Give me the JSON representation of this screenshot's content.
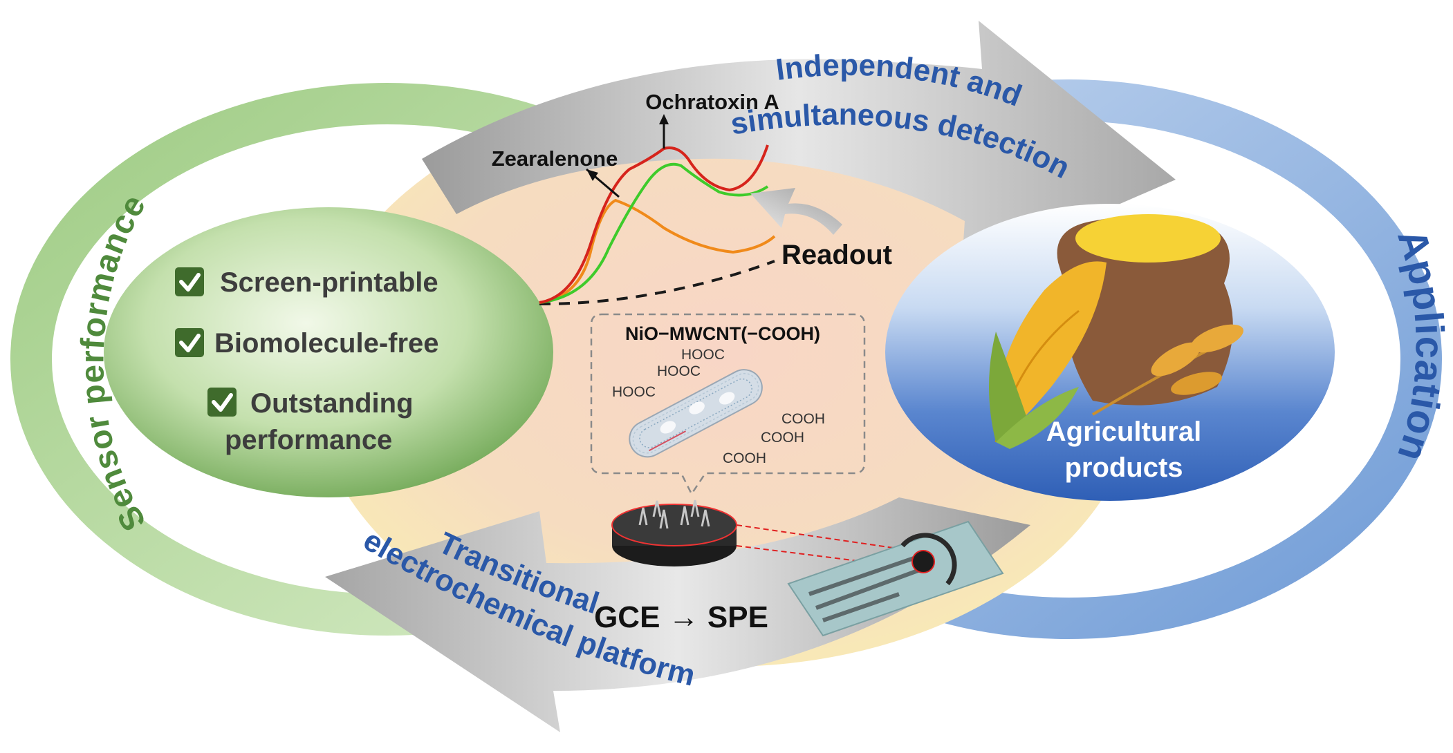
{
  "sensor_performance": {
    "ring_label": "Sensor performance",
    "items": [
      {
        "line1": "Screen-printable",
        "line2": ""
      },
      {
        "line1": "Biomolecule-free",
        "line2": ""
      },
      {
        "line1": "Outstanding",
        "line2": "performance"
      }
    ]
  },
  "application": {
    "ring_label": "Application",
    "products_line1": "Agricultural",
    "products_line2": "products"
  },
  "detection": {
    "arrow_line1": "Independent and",
    "arrow_line2": "simultaneous detection",
    "peak_left": "Zearalenone",
    "peak_right": "Ochratoxin A",
    "readout": "Readout"
  },
  "platform": {
    "arrow_line1": "Transitional",
    "arrow_line2": "electrochemical platform",
    "material": "NiO−MWCNT(−COOH)",
    "group_hooc": "HOOC",
    "group_cooh": "COOH",
    "electrode_transition": "GCE → SPE"
  },
  "colors": {
    "green_ring": "#b8dba6",
    "green_text": "#4f8a3c",
    "green_ellipse": "#8bbd6f",
    "blue_ring": "#8fb3e0",
    "blue_text": "#2a58a8",
    "blue_ellipse": "#3f6fc2",
    "center_fill": "#f6d7c2",
    "curve_red": "#d6241c",
    "curve_green": "#3ecb2b",
    "curve_orange": "#f08a1a"
  }
}
